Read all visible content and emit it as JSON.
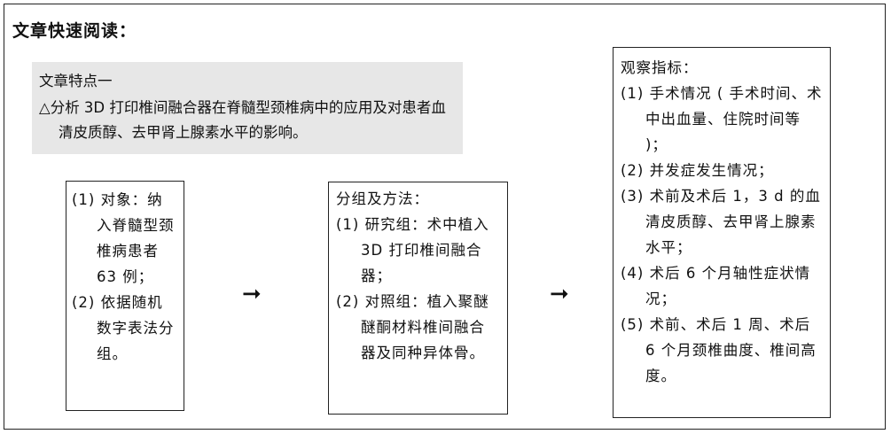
{
  "title": "文章快速阅读：",
  "features": {
    "heading": "文章特点一",
    "item": "△分析 3D 打印椎间融合器在脊髓型颈椎病中的应用及对患者血清皮质醇、去甲肾上腺素水平的影响。"
  },
  "subjects": {
    "items": [
      "(1) 对象：纳入脊髓型颈椎病患者 63 例；",
      "(2) 依据随机数字表法分组。"
    ]
  },
  "grouping": {
    "heading": "分组及方法：",
    "items": [
      "(1) 研究组：术中植入 3D 打印椎间融合器；",
      "(2) 对照组：植入聚醚醚酮材料椎间融合器及同种异体骨。"
    ]
  },
  "indicators": {
    "heading": "观察指标：",
    "items": [
      "(1) 手术情况 ( 手术时间、术中出血量、住院时间等 )；",
      "(2) 并发症发生情况；",
      "(3) 术前及术后 1，3 d 的血清皮质醇、去甲肾上腺素水平；",
      "(4) 术后 6 个月轴性症状情况；",
      "(5) 术前、术后 1 周、术后 6 个月颈椎曲度、椎间高度。"
    ]
  },
  "arrows": [
    "➞",
    "➞"
  ]
}
